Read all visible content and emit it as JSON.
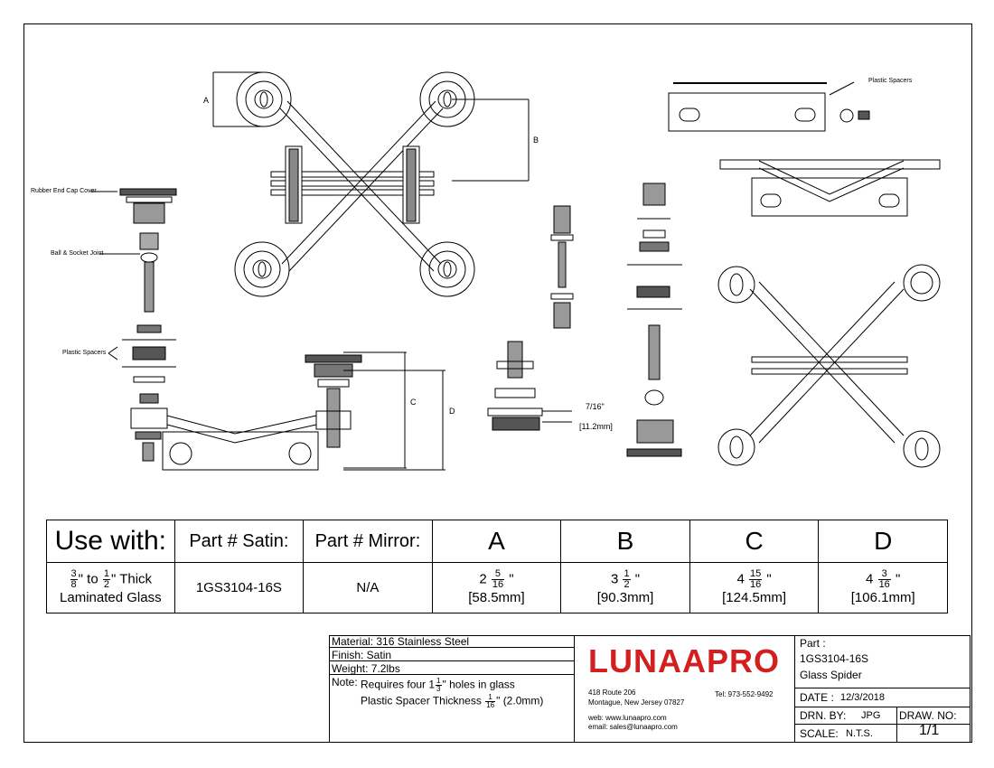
{
  "callouts": {
    "rubber_end_cap": "Rubber End Cap Cover",
    "ball_socket": "Ball & Socket Joint",
    "plastic_spacers_left": "Plastic Spacers",
    "plastic_spacers_top": "Plastic Spacers"
  },
  "dimensions": {
    "a": "A",
    "b": "B",
    "c": "C",
    "d": "D",
    "gap_in": "7/16\"",
    "gap_mm": "[11.2mm]"
  },
  "spec_table": {
    "headers": {
      "use_with": "Use with:",
      "part_satin": "Part # Satin:",
      "part_mirror": "Part # Mirror:",
      "a": "A",
      "b": "B",
      "c": "C",
      "d": "D"
    },
    "glass": {
      "from_num": "3",
      "from_den": "8",
      "to_text": "\" to",
      "to_num": "1",
      "to_den": "2",
      "thick": "\" Thick",
      "line2": "Laminated Glass"
    },
    "part_satin": "1GS3104-16S",
    "part_mirror": "N/A",
    "a": {
      "whole": "2",
      "num": "5",
      "den": "16",
      "mm": "[58.5mm]"
    },
    "b": {
      "whole": "3",
      "num": "1",
      "den": "2",
      "mm": "[90.3mm]"
    },
    "c": {
      "whole": "4",
      "num": "15",
      "den": "16",
      "mm": "[124.5mm]"
    },
    "d": {
      "whole": "4",
      "num": "3",
      "den": "16",
      "mm": "[106.1mm]"
    }
  },
  "notes": {
    "material": "Material: 316 Stainless Steel",
    "finish": "Finish: Satin",
    "weight": "Weight: 7.2lbs",
    "note_label": "Note:",
    "note1_pre": "Requires four 1",
    "note1_num": "1",
    "note1_den": "3",
    "note1_post": "\" holes in glass",
    "note2_pre": "Plastic Spacer Thickness",
    "note2_num": "1",
    "note2_den": "16",
    "note2_post": "\" (2.0mm)"
  },
  "company": {
    "logo": "LUNAAPRO",
    "brand_color": "#d31f1f",
    "address1": "418 Route 206",
    "address2": "Montague, New Jersey 07827",
    "tel": "Tel: 973-552-9492",
    "web": "web: www.lunaapro.com",
    "email": "email: sales@lunaapro.com"
  },
  "part_box": {
    "label": "Part :",
    "number": "1GS3104-16S",
    "name": "Glass Spider",
    "date_label": "DATE :",
    "date": "12/3/2018",
    "drn_label": "DRN. BY:",
    "drn": "JPG",
    "drawno_label": "DRAW. NO:",
    "drawno": "1/1",
    "scale_label": "SCALE:",
    "scale": "N.T.S."
  }
}
